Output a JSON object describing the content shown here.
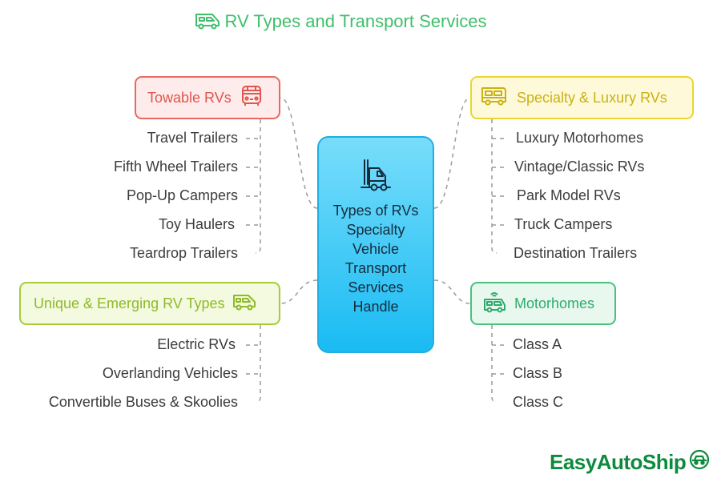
{
  "title": "RV Types and Transport Services",
  "center": {
    "label": "Types of RVs Specialty Vehicle Transport Services Handle",
    "icon": "truck-icon"
  },
  "branches": {
    "towable": {
      "label": "Towable RVs",
      "icon": "bus-front-icon",
      "color": "#e46a63",
      "items": [
        "Travel Trailers",
        "Fifth Wheel Trailers",
        "Pop-Up Campers",
        "Toy Haulers",
        "Teardrop Trailers"
      ]
    },
    "specialty": {
      "label": "Specialty & Luxury RVs",
      "icon": "motorhome-icon",
      "color": "#e7d730",
      "items": [
        "Luxury Motorhomes",
        "Vintage/Classic RVs",
        "Park Model RVs",
        "Truck Campers",
        "Destination Trailers"
      ]
    },
    "unique": {
      "label": "Unique & Emerging RV Types",
      "icon": "van-icon",
      "color": "#a5cc3a",
      "items": [
        "Electric RVs",
        "Overlanding Vehicles",
        "Convertible Buses & Skoolies"
      ]
    },
    "motorhomes": {
      "label": "Motorhomes",
      "icon": "electric-van-icon",
      "color": "#49c07c",
      "items": [
        "Class A",
        "Class B",
        "Class C"
      ]
    }
  },
  "brand": {
    "name": "EasyAutoShip",
    "color": "#0d8a3d"
  }
}
